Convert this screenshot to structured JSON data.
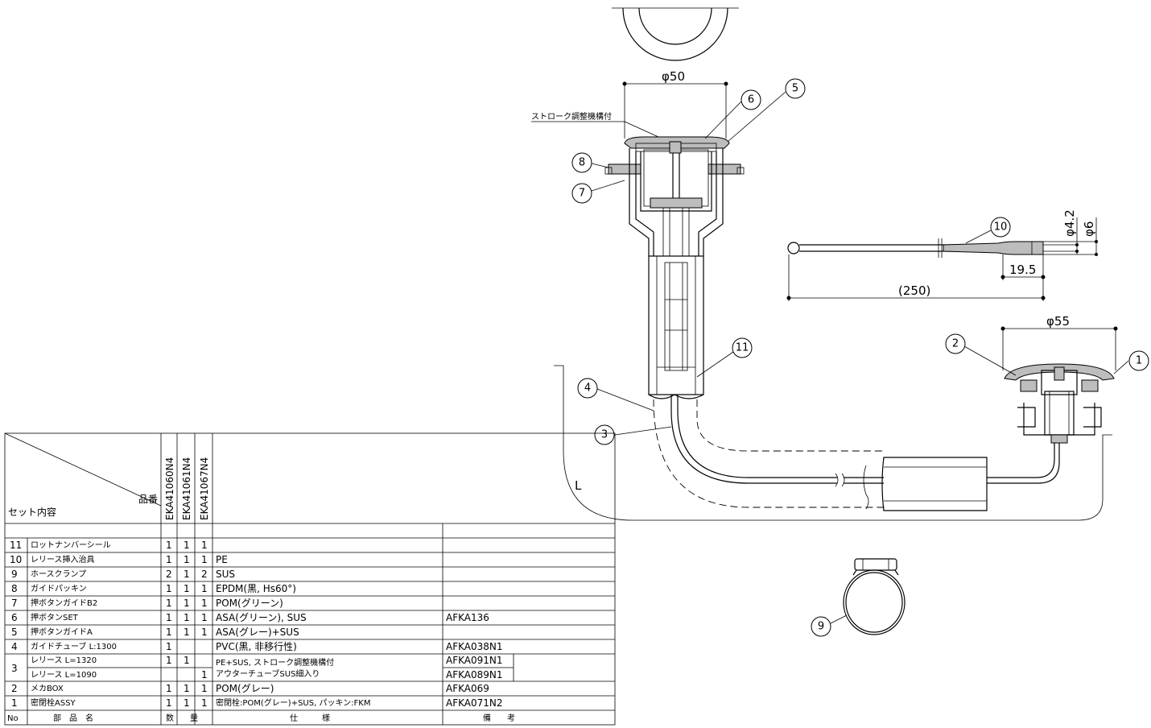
{
  "drawing": {
    "dims": {
      "d50": "φ50",
      "d55": "φ55",
      "d42": "φ4.2",
      "d6": "φ6",
      "len195": "19.5",
      "len250": "(250)",
      "L": "L"
    },
    "note_stroke": "ストローク調整機構付",
    "balloons": [
      "1",
      "2",
      "3",
      "4",
      "5",
      "6",
      "7",
      "8",
      "9",
      "10",
      "11"
    ]
  },
  "table": {
    "header": {
      "set_contents": "セット内容",
      "part_no_label": "品番",
      "models": [
        "EKA41060N4",
        "EKA41061N4",
        "EKA41067N4"
      ]
    },
    "footer": {
      "no": "No",
      "name": "部　品　名",
      "qty": "数　　量",
      "spec": "仕　　　様",
      "note": "備　　考"
    },
    "rows": [
      {
        "no": "11",
        "name": "ロットナンバーシール",
        "q": [
          "1",
          "1",
          "1"
        ],
        "spec": "",
        "note": ""
      },
      {
        "no": "10",
        "name": "レリース挿入治具",
        "q": [
          "1",
          "1",
          "1"
        ],
        "spec": "PE",
        "note": ""
      },
      {
        "no": "9",
        "name": "ホースクランプ",
        "q": [
          "2",
          "1",
          "2"
        ],
        "spec": "SUS",
        "note": ""
      },
      {
        "no": "8",
        "name": "ガイドパッキン",
        "q": [
          "1",
          "1",
          "1"
        ],
        "spec": "EPDM(黒, Hs60°)",
        "note": ""
      },
      {
        "no": "7",
        "name": "押ボタンガイドB2",
        "q": [
          "1",
          "1",
          "1"
        ],
        "spec": "POM(グリーン)",
        "note": ""
      },
      {
        "no": "6",
        "name": "押ボタンSET",
        "q": [
          "1",
          "1",
          "1"
        ],
        "spec": "ASA(グリーン), SUS",
        "note": "AFKA136"
      },
      {
        "no": "5",
        "name": "押ボタンガイドA",
        "q": [
          "1",
          "1",
          "1"
        ],
        "spec": "ASA(グレー)+SUS",
        "note": ""
      },
      {
        "no": "4",
        "name": "ガイドチューブ L:1300",
        "q": [
          "1",
          "",
          ""
        ],
        "spec": "PVC(黒, 非移行性)",
        "note": "AFKA038N1"
      },
      {
        "no": "3",
        "name": "レリース L=1320",
        "q": [
          "1",
          "1",
          ""
        ],
        "spec": "PE+SUS, ストローク調整機構付",
        "note": "AFKA091N1"
      },
      {
        "no": "",
        "name": "レリース L=1090",
        "q": [
          "",
          "",
          "1"
        ],
        "spec": "アウターチューブSUS細入り",
        "note": "AFKA089N1"
      },
      {
        "no": "2",
        "name": "メカBOX",
        "q": [
          "1",
          "1",
          "1"
        ],
        "spec": "POM(グレー)",
        "note": "AFKA069"
      },
      {
        "no": "1",
        "name": "密閉栓ASSY",
        "q": [
          "1",
          "1",
          "1"
        ],
        "spec": "密閉栓:POM(グレー)+SUS, パッキン:FKM",
        "note": "AFKA071N2"
      }
    ]
  }
}
